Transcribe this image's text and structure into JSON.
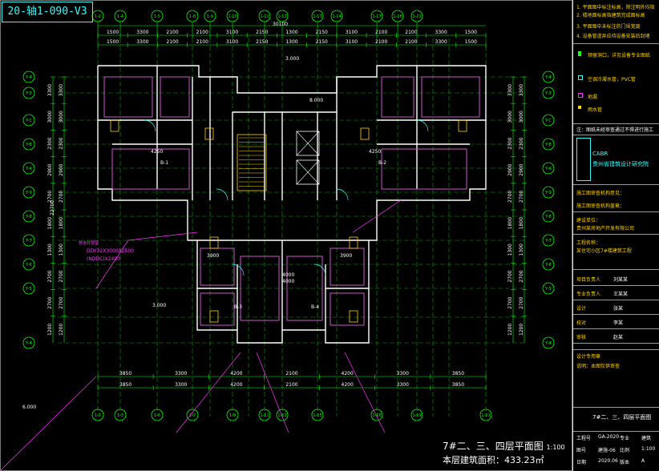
{
  "header_tag": "20-轴1-090-V3",
  "drawing": {
    "title": "7#二、三、四层平面图",
    "scale": "1:100",
    "area": "本层建筑面积：433.23㎡"
  },
  "dims": {
    "top": [
      "1500",
      "3300",
      "2100",
      "2100",
      "3100",
      "2150",
      "1300",
      "2150",
      "3100",
      "2100",
      "2100",
      "3300",
      "1500"
    ],
    "total": "30100",
    "bottom_outer": [
      "3850",
      "3300",
      "4200",
      "2100",
      "4200",
      "3300",
      "3850"
    ],
    "left": [
      "3300",
      "3000",
      "2300",
      "2900",
      "2700",
      "1800",
      "1300",
      "2700",
      "2700",
      "1200"
    ],
    "left_total": "22700",
    "rooms_center": [
      "4250",
      "4250",
      "3900",
      "3900",
      "4000",
      "4000"
    ]
  },
  "axes": {
    "top": [
      "1-2",
      "1-4",
      "1-5",
      "1-8",
      "1-9",
      "1-10",
      "1-11",
      "1-12",
      "1-13",
      "1-14",
      "1-17",
      "1-18",
      "1-21"
    ],
    "bottom": [
      "1-1",
      "1-3",
      "1-6",
      "1-7",
      "1-9",
      "1-11",
      "1-13",
      "1-15",
      "1-16",
      "1-19",
      "1-21"
    ],
    "left": [
      "Y-4",
      "Y-3",
      "Y-C",
      "Y-B",
      "Y-A",
      "Y-9",
      "Y-8",
      "Y-7",
      "Y-6",
      "Y-5",
      "Y-4"
    ],
    "right": [
      "Y-4",
      "Y-3",
      "Y-C",
      "Y-B",
      "Y-A",
      "Y-9",
      "Y-8",
      "Y-7",
      "Y-6",
      "Y-5",
      "Y-4"
    ]
  },
  "rooms": {
    "unit_left": "B-1",
    "unit_right": "B-2",
    "unit_bottom_left": "B-3",
    "unit_bottom_right": "B-4"
  },
  "annotations": {
    "magenta_note_1": "管道井预留",
    "magenta_note_2": "(NDDC)X2400",
    "magenta_note_3": "DDY32X3000X2500",
    "elevation_1": "3.000",
    "elevation_2": "3.000",
    "elevation_3": "8.000",
    "level_mark": "6.000"
  },
  "notes_panel": {
    "note_lines": [
      "1. 平面图中标注标高，除注明外均指",
      "2. 楼地面标高指建筑完成面标高",
      "3. 平面图中未标注的门垛宽度",
      "4. 设备管道井应待设备安装后封堵"
    ],
    "legend": [
      "预留洞口，详见设备专业图纸",
      "空调冷凝水管，PVC管",
      "地漏",
      "雨水管"
    ],
    "warning": "注：图纸未经审查通过不得进行施工",
    "company_logo": "CABR",
    "company": "贵州省建筑设计研究院",
    "review_1": "施工图审查机构意见：",
    "review_2": "施工图审查机构盖章：",
    "client_label": "建设单位：",
    "client": "贵州某房地产开发有限公司",
    "project_label": "工程名称：",
    "project": "某住宅小区7#楼建筑工程",
    "signoff": [
      [
        "项目负责人",
        "刘某某"
      ],
      [
        "专业负责人",
        "王某某"
      ],
      [
        "设计",
        "张某"
      ],
      [
        "校对",
        "李某"
      ],
      [
        "审核",
        "赵某"
      ]
    ],
    "stamp_label": "设计专用章",
    "note_small": "说明：本图仅供审查",
    "sheet_title": "7#二、三、四层平面图",
    "footer_rows": [
      [
        "工程号",
        "GA-2020",
        "专业",
        "建筑"
      ],
      [
        "图号",
        "建施-06",
        "比例",
        "1:100"
      ],
      [
        "日期",
        "2020.06",
        "版本",
        "A"
      ]
    ]
  }
}
